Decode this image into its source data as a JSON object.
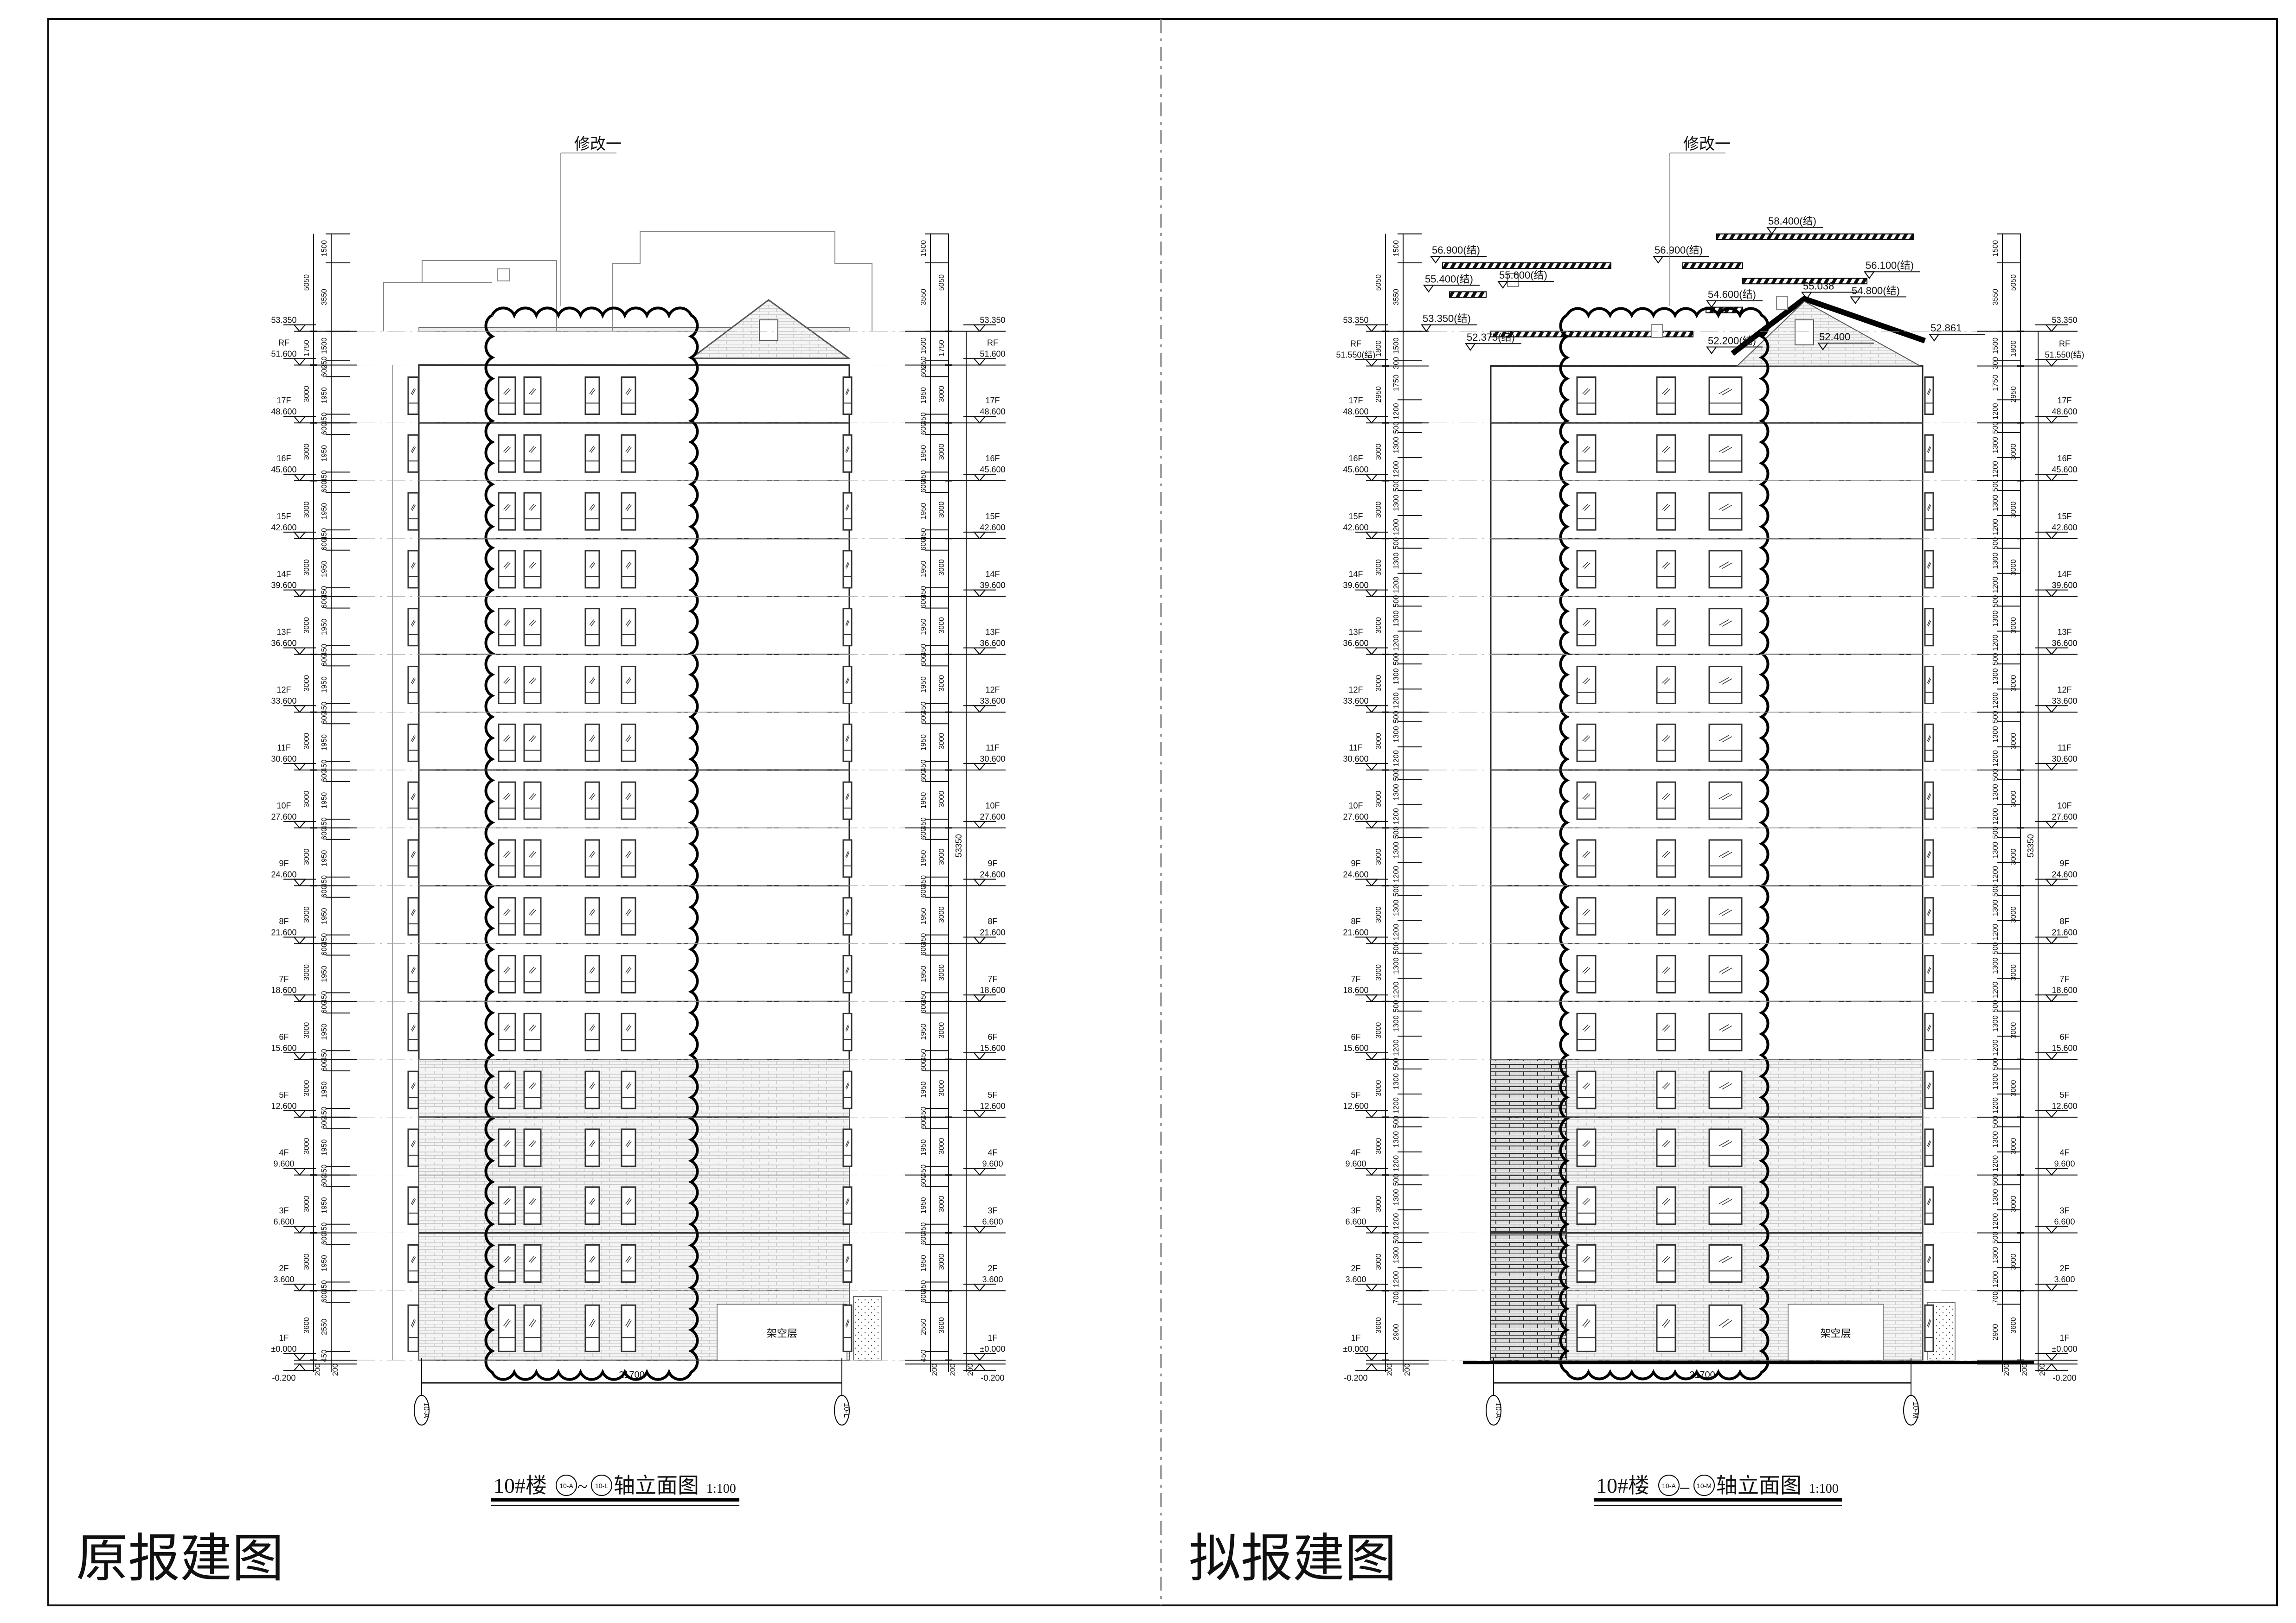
{
  "panels": [
    {
      "stamp": "原报建图",
      "revision_mark": "修改一",
      "title": {
        "prefix": "10#楼",
        "axis_start": "10-A",
        "connector": "~",
        "axis_end": "10-L",
        "suffix": "轴立面图",
        "scale": "1:100"
      },
      "levels": [
        {
          "floor": "1F",
          "elev": "±0.000",
          "value": 0
        },
        {
          "floor": "2F",
          "elev": "3.600",
          "value": 3.6
        },
        {
          "floor": "3F",
          "elev": "6.600",
          "value": 6.6
        },
        {
          "floor": "4F",
          "elev": "9.600",
          "value": 9.6
        },
        {
          "floor": "5F",
          "elev": "12.600",
          "value": 12.6
        },
        {
          "floor": "6F",
          "elev": "15.600",
          "value": 15.6
        },
        {
          "floor": "7F",
          "elev": "18.600",
          "value": 18.6
        },
        {
          "floor": "8F",
          "elev": "21.600",
          "value": 21.6
        },
        {
          "floor": "9F",
          "elev": "24.600",
          "value": 24.6
        },
        {
          "floor": "10F",
          "elev": "27.600",
          "value": 27.6
        },
        {
          "floor": "11F",
          "elev": "30.600",
          "value": 30.6
        },
        {
          "floor": "12F",
          "elev": "33.600",
          "value": 33.6
        },
        {
          "floor": "13F",
          "elev": "36.600",
          "value": 36.6
        },
        {
          "floor": "14F",
          "elev": "39.600",
          "value": 39.6
        },
        {
          "floor": "15F",
          "elev": "42.600",
          "value": 42.6
        },
        {
          "floor": "16F",
          "elev": "45.600",
          "value": 45.6
        },
        {
          "floor": "17F",
          "elev": "48.600",
          "value": 48.6
        },
        {
          "floor": "RF",
          "elev": "51.600",
          "value": 51.6
        },
        {
          "floor": "",
          "elev": "53.350",
          "value": 53.35
        }
      ],
      "ground": {
        "elev": "-0.200",
        "value": -0.2
      },
      "ground_storey": {
        "parts": [
          "450",
          "2550",
          "600"
        ],
        "total": "3600"
      },
      "typical_storey": {
        "parts": [
          "450",
          "1950",
          "600"
        ],
        "total": "3000"
      },
      "top_storey": {
        "parts": [
          "450",
          "1950",
          "600"
        ],
        "total": "3000"
      },
      "parapet": {
        "parts": [
          "250",
          "1500"
        ],
        "total": "1750"
      },
      "roof_top": {
        "parts": [
          "3550",
          "1500"
        ],
        "total": "5050"
      },
      "base_dims": [
        "200",
        "200",
        "200"
      ],
      "overall_height": "53350",
      "width_dim": "21700",
      "void_label": "架空层",
      "roof_levels": []
    },
    {
      "stamp": "拟报建图",
      "revision_mark": "修改一",
      "title": {
        "prefix": "10#楼",
        "axis_start": "10-A",
        "connector": "–",
        "axis_end": "10-M",
        "suffix": "轴立面图",
        "scale": "1:100"
      },
      "levels": [
        {
          "floor": "1F",
          "elev": "±0.000",
          "value": 0
        },
        {
          "floor": "2F",
          "elev": "3.600",
          "value": 3.6
        },
        {
          "floor": "3F",
          "elev": "6.600",
          "value": 6.6
        },
        {
          "floor": "4F",
          "elev": "9.600",
          "value": 9.6
        },
        {
          "floor": "5F",
          "elev": "12.600",
          "value": 12.6
        },
        {
          "floor": "6F",
          "elev": "15.600",
          "value": 15.6
        },
        {
          "floor": "7F",
          "elev": "18.600",
          "value": 18.6
        },
        {
          "floor": "8F",
          "elev": "21.600",
          "value": 21.6
        },
        {
          "floor": "9F",
          "elev": "24.600",
          "value": 24.6
        },
        {
          "floor": "10F",
          "elev": "27.600",
          "value": 27.6
        },
        {
          "floor": "11F",
          "elev": "30.600",
          "value": 30.6
        },
        {
          "floor": "12F",
          "elev": "33.600",
          "value": 33.6
        },
        {
          "floor": "13F",
          "elev": "36.600",
          "value": 36.6
        },
        {
          "floor": "14F",
          "elev": "39.600",
          "value": 39.6
        },
        {
          "floor": "15F",
          "elev": "42.600",
          "value": 42.6
        },
        {
          "floor": "16F",
          "elev": "45.600",
          "value": 45.6
        },
        {
          "floor": "17F",
          "elev": "48.600",
          "value": 48.6
        },
        {
          "floor": "RF",
          "elev": "51.550(结)",
          "value": 51.55
        },
        {
          "floor": "",
          "elev": "53.350",
          "value": 53.35
        }
      ],
      "ground": {
        "elev": "-0.200",
        "value": -0.2
      },
      "ground_storey": {
        "parts": [
          "2900",
          "700"
        ],
        "total": "3600"
      },
      "typical_storey": {
        "parts": [
          "1200",
          "1300",
          "500"
        ],
        "total": "3000"
      },
      "top_storey": {
        "parts": [
          "1200",
          "1750"
        ],
        "total": "2950"
      },
      "parapet": {
        "parts": [
          "300",
          "1500"
        ],
        "total": "1800"
      },
      "roof_top": {
        "parts": [
          "3550",
          "1500"
        ],
        "total": "5050"
      },
      "base_dims": [
        "200",
        "200",
        "200"
      ],
      "overall_height": "53350",
      "width_dim": "21700",
      "void_label": "架空层",
      "roof_levels": [
        {
          "label": "58.400(结)",
          "value": 58.4
        },
        {
          "label": "56.900(结)",
          "value": 56.9
        },
        {
          "label": "56.900(结)",
          "value": 56.9
        },
        {
          "label": "56.100(结)",
          "value": 56.1
        },
        {
          "label": "55.400(结)",
          "value": 55.4
        },
        {
          "label": "55.600(结)",
          "value": 55.6
        },
        {
          "label": "55.038",
          "value": 55.038
        },
        {
          "label": "54.600(结)",
          "value": 54.6
        },
        {
          "label": "54.800(结)",
          "value": 54.8
        },
        {
          "label": "53.350(结)",
          "value": 53.35
        },
        {
          "label": "52.200(结)",
          "value": 52.2
        },
        {
          "label": "52.400",
          "value": 52.4
        },
        {
          "label": "52.375(结)",
          "value": 52.375
        },
        {
          "label": "52.861",
          "value": 52.861
        }
      ]
    }
  ]
}
